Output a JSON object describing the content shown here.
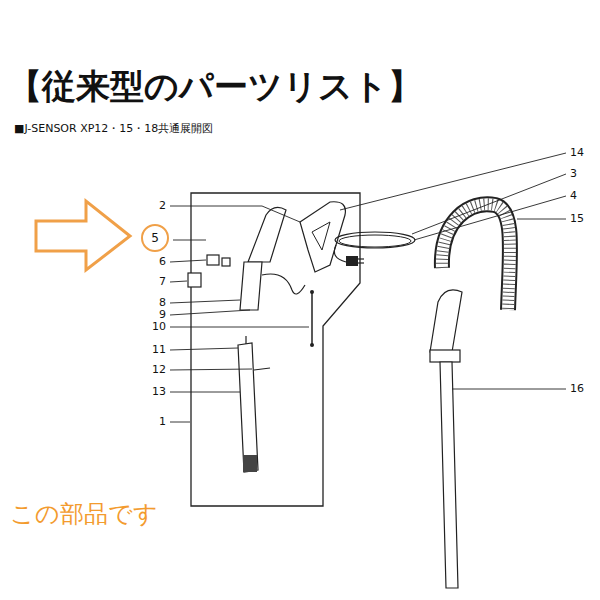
{
  "diagram": {
    "title": "【従来型のパーツリスト】",
    "nodes": [
      {
        "text": [
          "5"
        ]
      }
    ],
    "labels": [
      "■J-SENSOR XP12・15・18共通展開図",
      "14",
      "3",
      "2",
      "4",
      "15",
      "6",
      "7",
      "8",
      "9",
      "10",
      "11",
      "12",
      "13",
      "1",
      "16",
      "この部品です"
    ]
  }
}
